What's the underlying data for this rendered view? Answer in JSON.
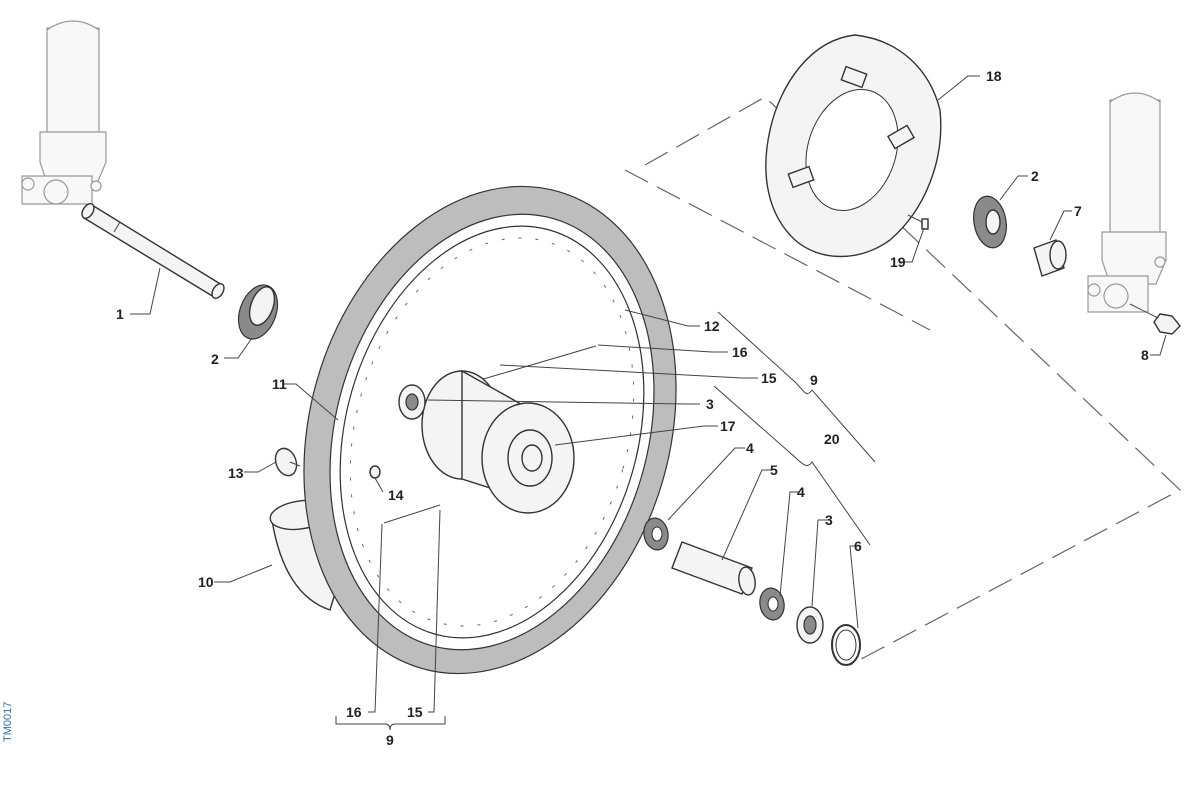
{
  "drawing_code": "TM0017",
  "callouts": {
    "c1": "1",
    "c2a": "2",
    "c2b": "2",
    "c3a": "3",
    "c3b": "3",
    "c4a": "4",
    "c4b": "4",
    "c5": "5",
    "c6": "6",
    "c7": "7",
    "c8": "8",
    "c9a": "9",
    "c9b": "9",
    "c10": "10",
    "c11": "11",
    "c12": "12",
    "c13": "13",
    "c14": "14",
    "c15a": "15",
    "c15b": "15",
    "c16a": "16",
    "c16b": "16",
    "c17": "17",
    "c18": "18",
    "c19": "19",
    "c20": "20"
  }
}
